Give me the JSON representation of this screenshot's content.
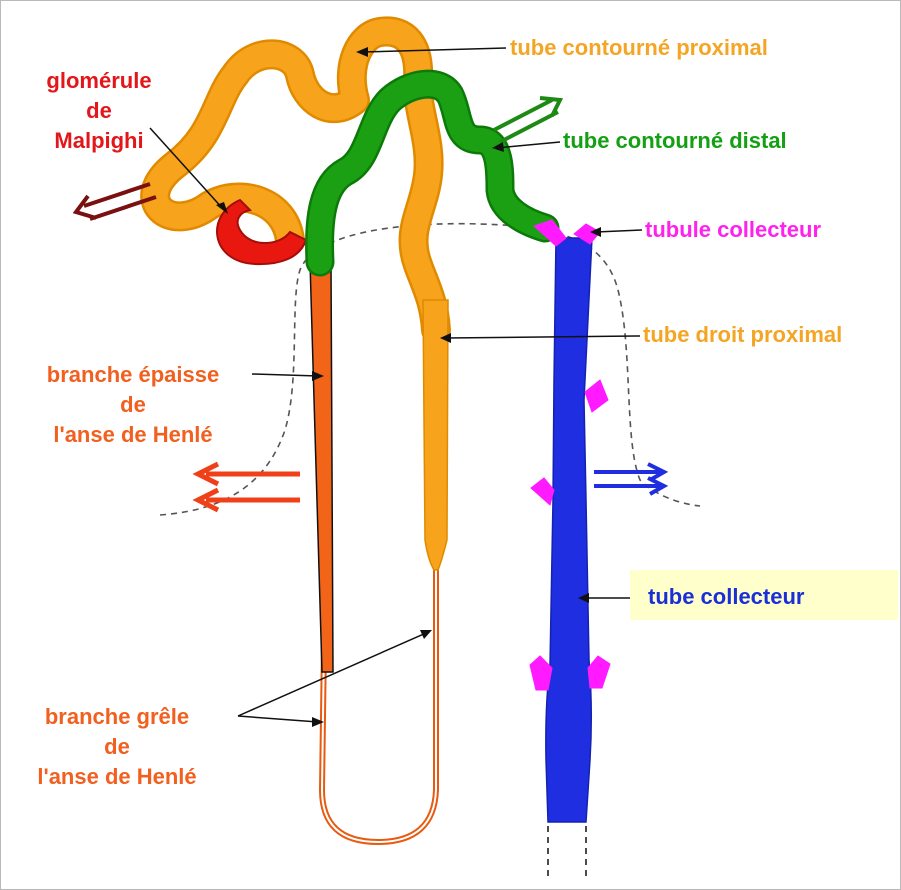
{
  "colors": {
    "proximal": "#f7a31c",
    "proximal_outline": "#e08a00",
    "distal": "#1aa012",
    "distal_outline": "#0c7a08",
    "collecting": "#1e2ee0",
    "collecting_outline": "#1422b0",
    "tubule": "#ff1aff",
    "thick_limb": "#f26418",
    "thin_limb": "#e85a10",
    "glomerulus": "#e8170f",
    "glomerulus_outline": "#a40d08",
    "arrow_glomerulus": "#7a1010",
    "arrow_distal": "#1d8a14",
    "arrow_henle": "#f0401a",
    "arrow_collecting": "#1e2ee0",
    "label_orange": "#f5a524",
    "label_green": "#14a012",
    "label_magenta": "#ff22ee",
    "label_henle": "#f26020",
    "label_red": "#e3171a",
    "label_blue": "#1a2fd8",
    "label_box_bg": "#ffffcc",
    "line": "#111111",
    "dashed": "#555555"
  },
  "labels": {
    "glomerule": [
      "glomérule",
      "de",
      "Malpighi"
    ],
    "tube_contourne_proximal": "tube contourné proximal",
    "tube_contourne_distal": "tube contourné distal",
    "tubule_collecteur": "tubule collecteur",
    "tube_droit_proximal": "tube droit proximal",
    "branche_epaisse": [
      "branche épaisse",
      "de",
      "l'anse de Henlé"
    ],
    "tube_collecteur": "tube collecteur",
    "branche_grele": [
      "branche grêle",
      "de",
      "l'anse de Henlé"
    ]
  }
}
